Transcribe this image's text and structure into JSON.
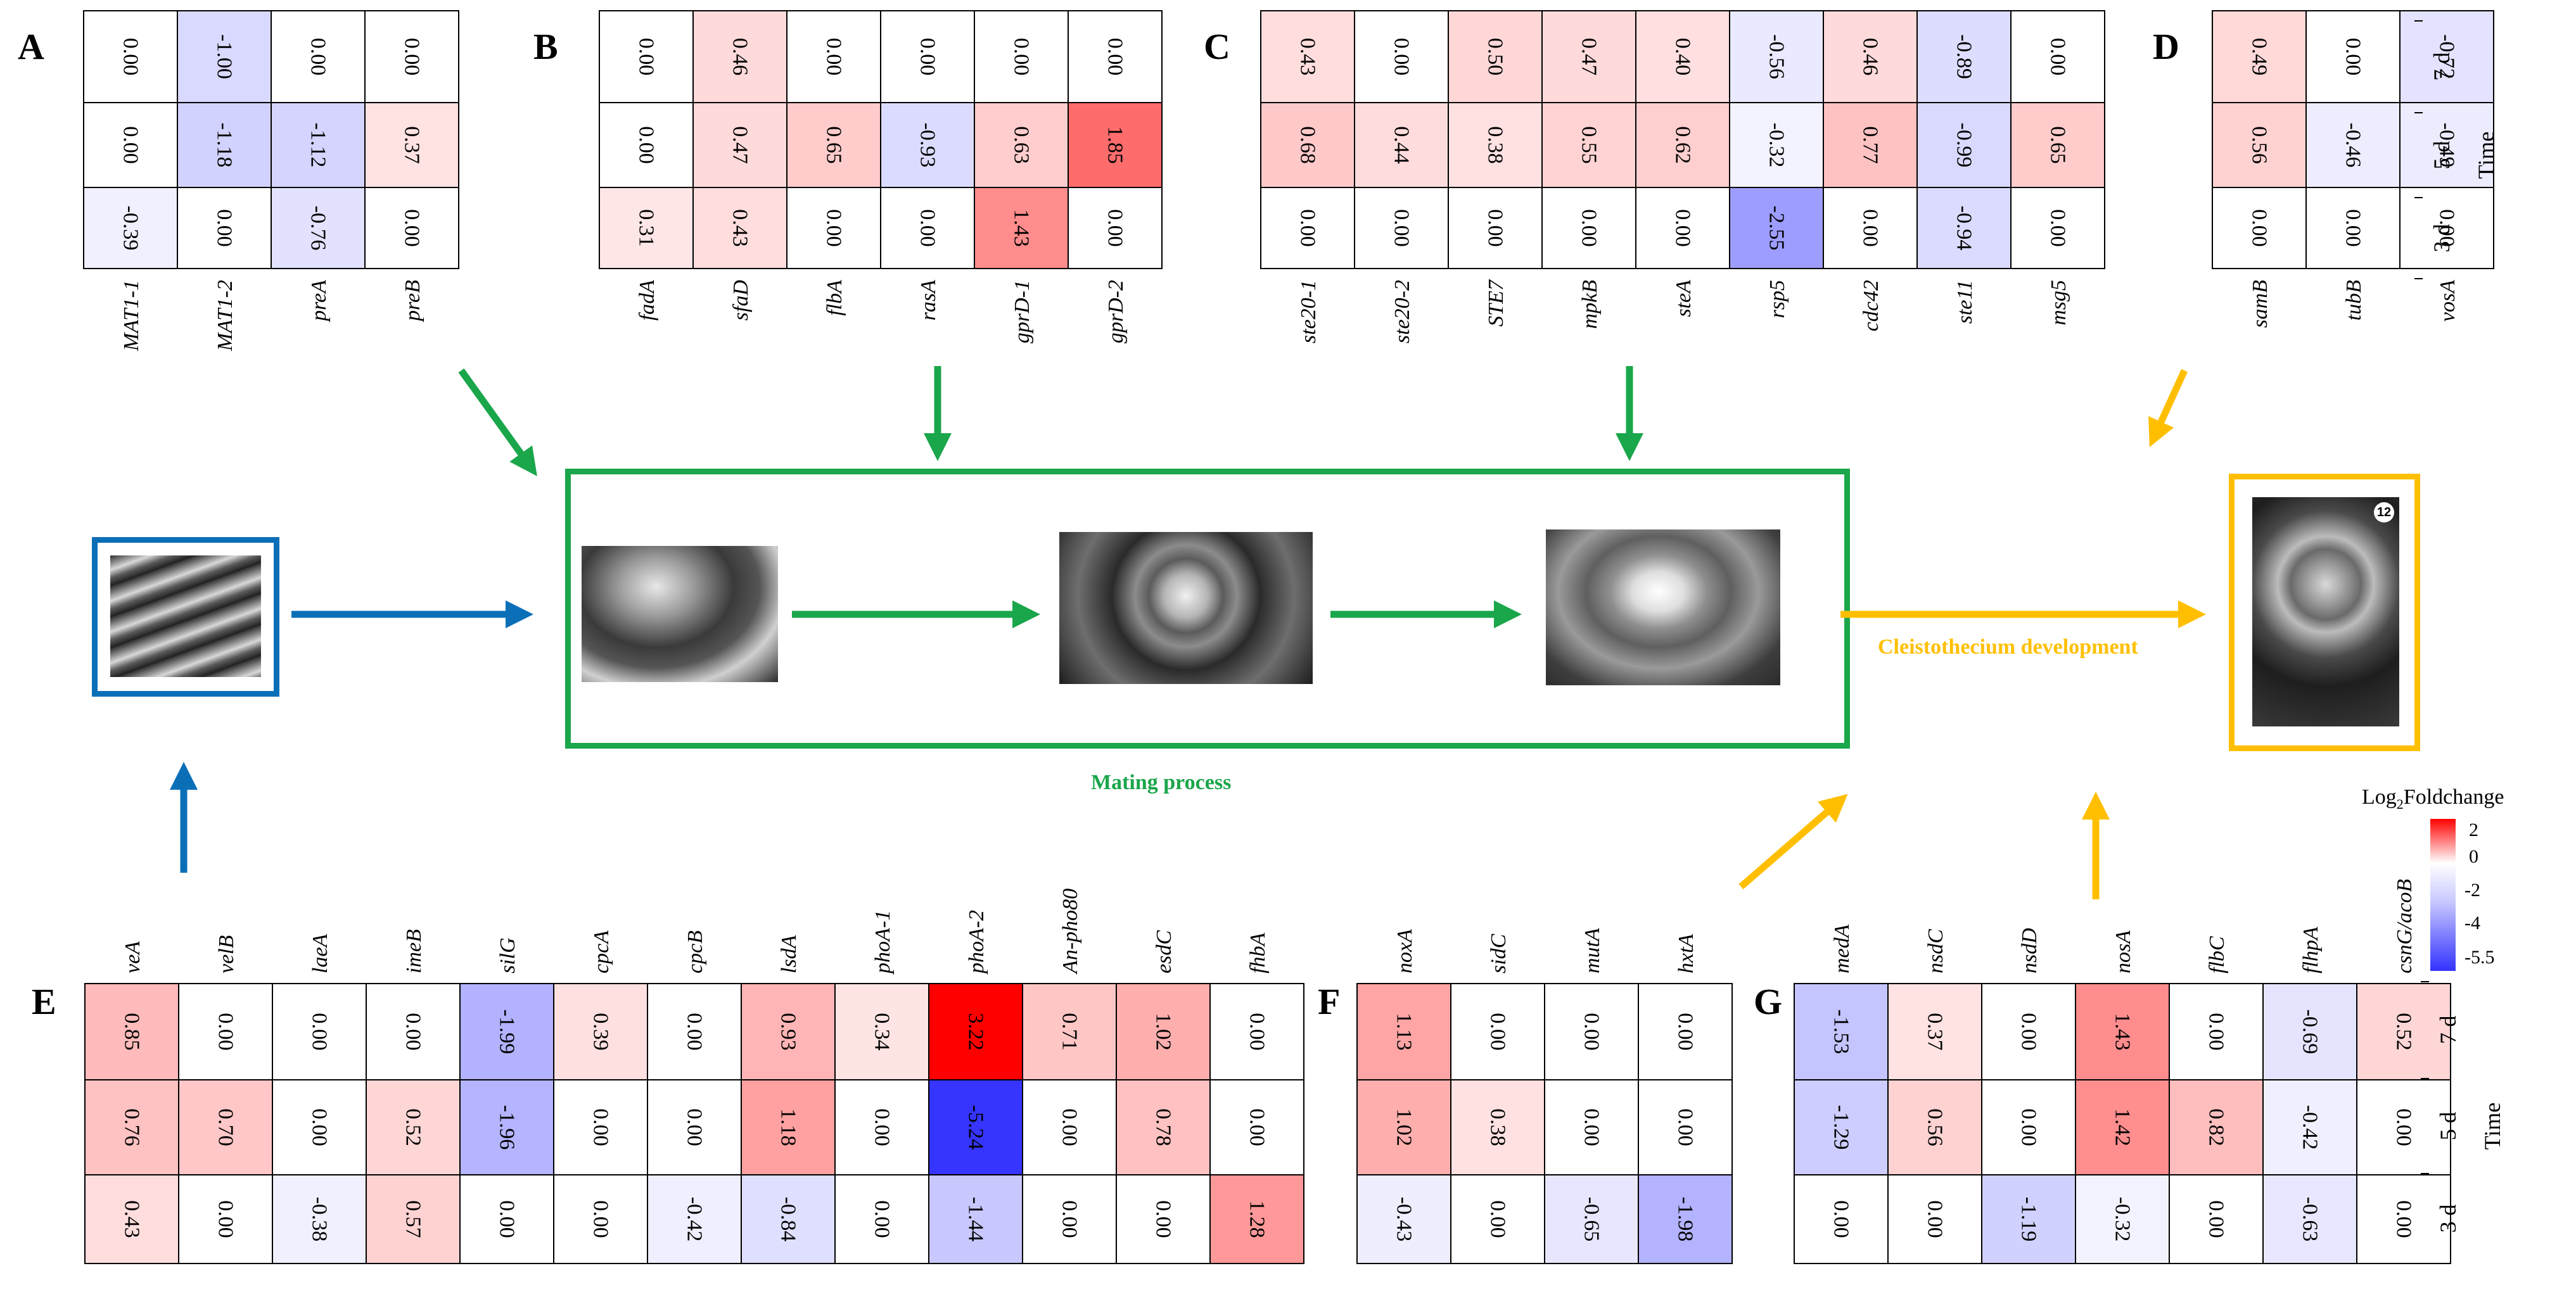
{
  "colors": {
    "heat_positive": "#ff0000",
    "heat_negative": "#3333ff",
    "mating_green": "#1aa64a",
    "cleisto_yellow": "#ffbf00",
    "vegetative_blue": "#0b6fb8"
  },
  "legend": {
    "title_main": "Log",
    "title_sub": "2",
    "title_end": "Foldchange",
    "ticks": [
      "2",
      "0",
      "-2",
      "-4",
      "-5.5"
    ]
  },
  "time_axis": {
    "title": "Time",
    "rows": [
      "7 d",
      "5 d",
      "3 d"
    ]
  },
  "captions": {
    "mating": "Mating process",
    "cleistothecium": "Cleistothecium development"
  },
  "images": {
    "vegetative": "hyphae-sem-micrograph",
    "mating_stage1": "hyphae-contact-sem-micrograph",
    "mating_stage2": "coiled-hyphae-sem-micrograph",
    "mating_stage3": "ascogonial-coil-sem-micrograph",
    "cleistothecium": "cleistothecium-sem-micrograph",
    "cleistothecium_tag": "12"
  },
  "panels": {
    "A": {
      "label": "A",
      "genes": [
        "MAT1-1",
        "MAT1-2",
        "preA",
        "preB"
      ],
      "values": [
        [
          0.0,
          -1.0,
          0.0,
          0.0
        ],
        [
          0.0,
          -1.18,
          -1.12,
          0.37
        ],
        [
          -0.39,
          0.0,
          -0.76,
          0.0
        ]
      ],
      "text": [
        [
          "0.00",
          "-1.00",
          "0.00",
          "0.00"
        ],
        [
          "0.00",
          "-1.18",
          "-1.12",
          "0.37"
        ],
        [
          "-0.39",
          "0.00",
          "-0.76",
          "0.00"
        ]
      ]
    },
    "B": {
      "label": "B",
      "genes": [
        "fadA",
        "sfaD",
        "flbA",
        "rasA",
        "gprD-1",
        "gprD-2"
      ],
      "values": [
        [
          0.0,
          0.46,
          0.0,
          0.0,
          0.0,
          0.0
        ],
        [
          0.0,
          0.47,
          0.65,
          -0.93,
          0.63,
          1.85
        ],
        [
          0.31,
          0.43,
          0.0,
          0.0,
          1.43,
          0.0
        ]
      ],
      "text": [
        [
          "0.00",
          "0.46",
          "0.00",
          "0.00",
          "0.00",
          "0.00"
        ],
        [
          "0.00",
          "0.47",
          "0.65",
          "-0.93",
          "0.63",
          "1.85"
        ],
        [
          "0.31",
          "0.43",
          "0.00",
          "0.00",
          "1.43",
          "0.00"
        ]
      ]
    },
    "C": {
      "label": "C",
      "genes": [
        "ste20-1",
        "ste20-2",
        "STE7",
        "mpkB",
        "steA",
        "rsp5",
        "cdc42",
        "ste11",
        "msg5"
      ],
      "values": [
        [
          0.43,
          0.0,
          0.5,
          0.47,
          0.4,
          -0.56,
          0.46,
          -0.89,
          0.0
        ],
        [
          0.68,
          0.44,
          0.38,
          0.55,
          0.62,
          -0.32,
          0.77,
          -0.99,
          0.65
        ],
        [
          0.0,
          0.0,
          0.0,
          0.0,
          0.0,
          -2.55,
          0.0,
          -0.94,
          0.0
        ]
      ],
      "text": [
        [
          "0.43",
          "0.00",
          "0.50",
          "0.47",
          "0.40",
          "-0.56",
          "0.46",
          "-0.89",
          "0.00"
        ],
        [
          "0.68",
          "0.44",
          "0.38",
          "0.55",
          "0.62",
          "-0.32",
          "0.77",
          "-0.99",
          "0.65"
        ],
        [
          "0.00",
          "0.00",
          "0.00",
          "0.00",
          "0.00",
          "-2.55",
          "0.00",
          "-0.94",
          "0.00"
        ]
      ]
    },
    "D": {
      "label": "D",
      "genes": [
        "samB",
        "tubB",
        "vosA"
      ],
      "values": [
        [
          0.49,
          0.0,
          -0.72
        ],
        [
          0.56,
          -0.46,
          -0.49
        ],
        [
          0.0,
          0.0,
          0.0
        ]
      ],
      "text": [
        [
          "0.49",
          "0.00",
          "-0.72"
        ],
        [
          "0.56",
          "-0.46",
          "-0.49"
        ],
        [
          "0.00",
          "0.00",
          "0.00"
        ]
      ]
    },
    "E": {
      "label": "E",
      "genes": [
        "veA",
        "velB",
        "laeA",
        "imeB",
        "silG",
        "cpcA",
        "cpcB",
        "lsdA",
        "phoA-1",
        "phoA-2",
        "An-pho80",
        "esdC",
        "fhbA"
      ],
      "values": [
        [
          0.85,
          0.0,
          0.0,
          0.0,
          -1.99,
          0.39,
          0.0,
          0.93,
          0.34,
          3.22,
          0.71,
          1.02,
          0.0
        ],
        [
          0.76,
          0.7,
          0.0,
          0.52,
          -1.96,
          0.0,
          0.0,
          1.18,
          0.0,
          -5.24,
          0.0,
          0.78,
          0.0
        ],
        [
          0.43,
          0.0,
          -0.38,
          0.57,
          0.0,
          0.0,
          -0.42,
          -0.84,
          0.0,
          -1.44,
          0.0,
          0.0,
          1.28
        ]
      ],
      "text": [
        [
          "0.85",
          "0.00",
          "0.00",
          "0.00",
          "-1.99",
          "0.39",
          "0.00",
          "0.93",
          "0.34",
          "3.22",
          "0.71",
          "1.02",
          "0.00"
        ],
        [
          "0.76",
          "0.70",
          "0.00",
          "0.52",
          "-1.96",
          "0.00",
          "0.00",
          "1.18",
          "0.00",
          "-5.24",
          "0.00",
          "0.78",
          "0.00"
        ],
        [
          "0.43",
          "0.00",
          "-0.38",
          "0.57",
          "0.00",
          "0.00",
          "-0.42",
          "-0.84",
          "0.00",
          "-1.44",
          "0.00",
          "0.00",
          "1.28"
        ]
      ]
    },
    "F": {
      "label": "F",
      "genes": [
        "noxA",
        "sidC",
        "mutA",
        "hxtA"
      ],
      "values": [
        [
          1.13,
          0.0,
          0.0,
          0.0
        ],
        [
          1.02,
          0.38,
          0.0,
          0.0
        ],
        [
          -0.43,
          0.0,
          -0.65,
          -1.98
        ]
      ],
      "text": [
        [
          "1.13",
          "0.00",
          "0.00",
          "0.00"
        ],
        [
          "1.02",
          "0.38",
          "0.00",
          "0.00"
        ],
        [
          "-0.43",
          "0.00",
          "-0.65",
          "-1.98"
        ]
      ]
    },
    "G": {
      "label": "G",
      "genes": [
        "medA",
        "nsdC",
        "nsdD",
        "nosA",
        "flbC",
        "flhpA",
        "csnG/acoB"
      ],
      "values": [
        [
          -1.53,
          0.37,
          0.0,
          1.43,
          0.0,
          -0.69,
          0.52
        ],
        [
          -1.29,
          0.56,
          0.0,
          1.42,
          0.82,
          -0.42,
          0.0
        ],
        [
          0.0,
          0.0,
          -1.19,
          -0.32,
          0.0,
          -0.63,
          0.0
        ]
      ],
      "text": [
        [
          "-1.53",
          "0.37",
          "0.00",
          "1.43",
          "0.00",
          "-0.69",
          "0.52"
        ],
        [
          "-1.29",
          "0.56",
          "0.00",
          "1.42",
          "0.82",
          "-0.42",
          "0.00"
        ],
        [
          "0.00",
          "0.00",
          "-1.19",
          "-0.32",
          "0.00",
          "-0.63",
          "0.00"
        ]
      ]
    }
  }
}
